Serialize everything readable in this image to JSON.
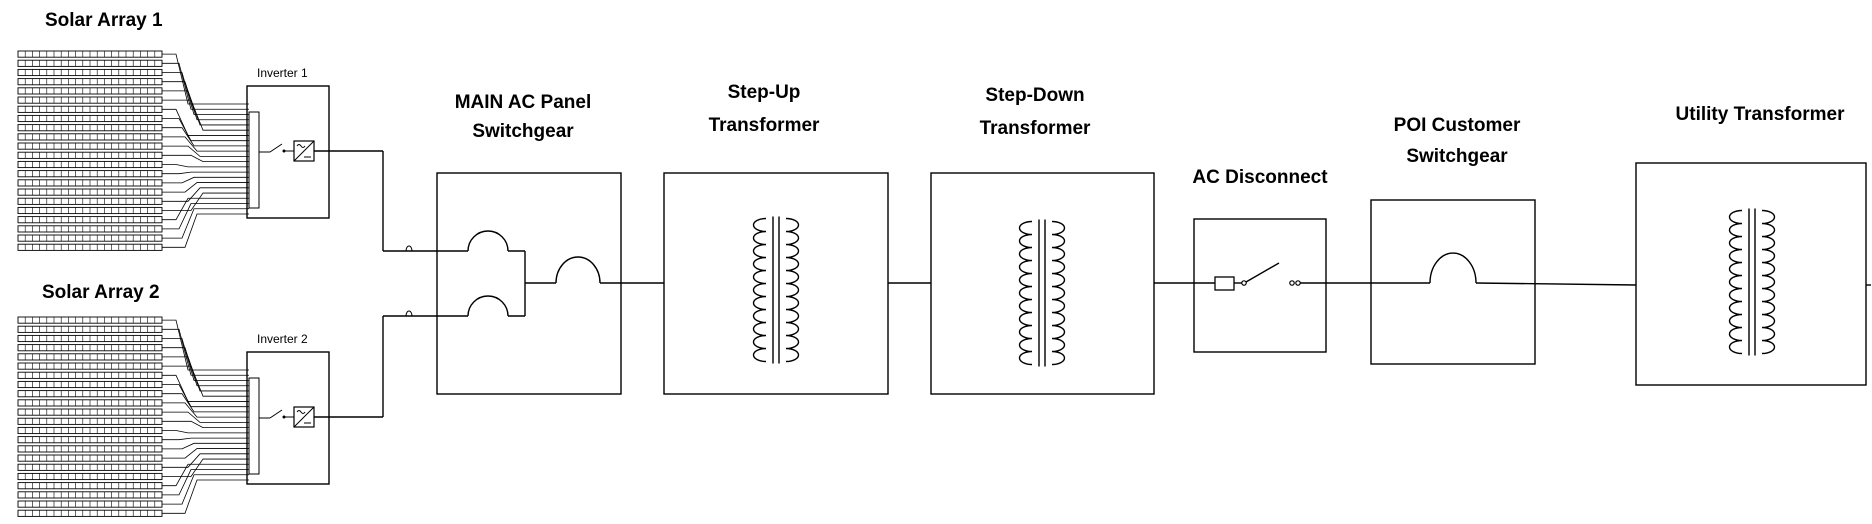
{
  "labels": {
    "solar_array_1": "Solar Array 1",
    "solar_array_2": "Solar Array 2",
    "inverter_1": "Inverter 1",
    "inverter_2": "Inverter 2",
    "main_ac_panel_line1": "MAIN AC Panel",
    "main_ac_panel_line2": "Switchgear",
    "step_up_line1": "Step-Up",
    "step_up_line2": "Transformer",
    "step_down_line1": "Step-Down",
    "step_down_line2": "Transformer",
    "ac_disconnect": "AC Disconnect",
    "poi_line1": "POI Customer",
    "poi_line2": "Switchgear",
    "utility_transformer": "Utility Transformer"
  },
  "solar_array": {
    "rows": 22
  },
  "transformer": {
    "coil_turns": 11
  }
}
